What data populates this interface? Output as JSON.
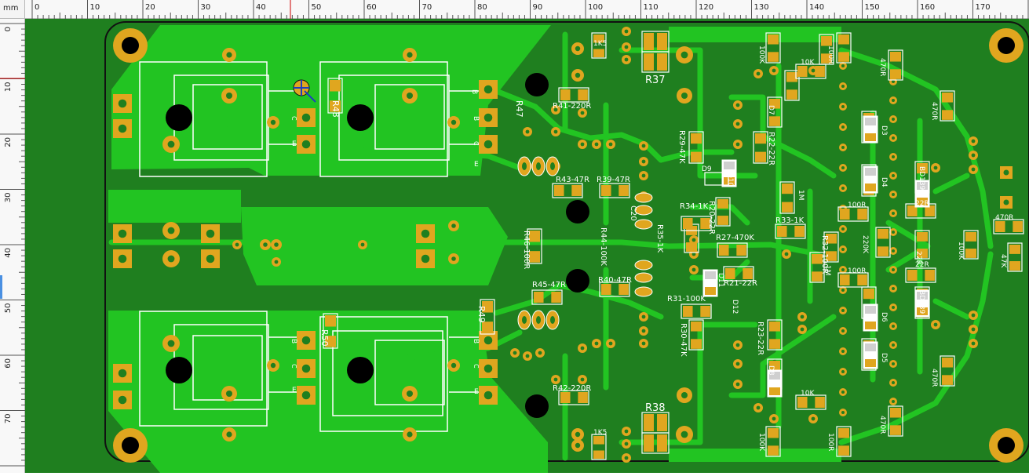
{
  "ruler": {
    "unit": "mm",
    "h_ticks": [
      "0",
      "10",
      "20",
      "30",
      "40",
      "50",
      "60",
      "70",
      "80",
      "90",
      "100",
      "110",
      "120",
      "130",
      "140",
      "150",
      "160",
      "170"
    ],
    "v_ticks": [
      "0",
      "10",
      "20",
      "30",
      "40",
      "50",
      "60",
      "70"
    ]
  },
  "colors": {
    "board": "#1f7f1f",
    "copper_fill": "#22c422",
    "trace": "#22c422",
    "pad": "#e0a61f",
    "drill": "#000000",
    "silkscreen": "#ffffff",
    "outline": "#111111"
  },
  "labels": [
    {
      "id": "r48",
      "text": "R48"
    },
    {
      "id": "r47",
      "text": "R47"
    },
    {
      "id": "r49",
      "text": "R49"
    },
    {
      "id": "r50",
      "text": "R50"
    },
    {
      "id": "r37",
      "text": "R37"
    },
    {
      "id": "r38",
      "text": "R38"
    },
    {
      "id": "r41",
      "text": "R41-220R"
    },
    {
      "id": "r42",
      "text": "R42-220R"
    },
    {
      "id": "r43",
      "text": "R43-47R"
    },
    {
      "id": "r39",
      "text": "R39-47R"
    },
    {
      "id": "r45",
      "text": "R45-47R"
    },
    {
      "id": "r40",
      "text": "R40-47R"
    },
    {
      "id": "r46",
      "text": "R46-100R"
    },
    {
      "id": "r44",
      "text": "R44-100K"
    },
    {
      "id": "r35",
      "text": "R35-1K"
    },
    {
      "id": "r34",
      "text": "R34-1K"
    },
    {
      "id": "r29",
      "text": "R29-47K"
    },
    {
      "id": "r22",
      "text": "R22-22R"
    },
    {
      "id": "r20",
      "text": "R20-22R"
    },
    {
      "id": "r27",
      "text": "R27-470K"
    },
    {
      "id": "r21",
      "text": "R21-22R"
    },
    {
      "id": "r31",
      "text": "R31-100K"
    },
    {
      "id": "r30",
      "text": "R30-47K"
    },
    {
      "id": "r23",
      "text": "R23-22R"
    },
    {
      "id": "r33",
      "text": "R33-1K"
    },
    {
      "id": "r32",
      "text": "R32-100R"
    },
    {
      "id": "c20",
      "text": "C20"
    },
    {
      "id": "d9",
      "text": "D9"
    },
    {
      "id": "d10",
      "text": "D10"
    },
    {
      "id": "d11",
      "text": "D11"
    },
    {
      "id": "d12",
      "text": "D12"
    },
    {
      "id": "d7",
      "text": "D7"
    },
    {
      "id": "d8",
      "text": "D8"
    },
    {
      "id": "d3",
      "text": "D3"
    },
    {
      "id": "d4",
      "text": "D4"
    },
    {
      "id": "d5",
      "text": "D5"
    },
    {
      "id": "d6",
      "text": "D6"
    },
    {
      "id": "k15a",
      "text": "1K5"
    },
    {
      "id": "k15b",
      "text": "1K5"
    },
    {
      "id": "k100a",
      "text": "100K"
    },
    {
      "id": "k100b",
      "text": "100K"
    },
    {
      "id": "k100c",
      "text": "100K"
    },
    {
      "id": "r100a",
      "text": "100R"
    },
    {
      "id": "r100b",
      "text": "100R"
    },
    {
      "id": "r100c",
      "text": "100R"
    },
    {
      "id": "r100d",
      "text": "100R"
    },
    {
      "id": "k10a",
      "text": "10K"
    },
    {
      "id": "k10b",
      "text": "10K"
    },
    {
      "id": "r470a",
      "text": "470R"
    },
    {
      "id": "r470b",
      "text": "470R"
    },
    {
      "id": "r470c",
      "text": "470R"
    },
    {
      "id": "r470d",
      "text": "470R"
    },
    {
      "id": "r470e",
      "text": "470R"
    },
    {
      "id": "m1a",
      "text": "1M"
    },
    {
      "id": "m1b",
      "text": "1M"
    },
    {
      "id": "k220",
      "text": "220K"
    },
    {
      "id": "r22a",
      "text": "22R"
    },
    {
      "id": "r22b",
      "text": "22R"
    },
    {
      "id": "r22c",
      "text": "22R"
    },
    {
      "id": "bd1",
      "text": "BD139"
    },
    {
      "id": "bd2",
      "text": "BD139"
    },
    {
      "id": "k47",
      "text": "47K"
    },
    {
      "id": "b1",
      "text": "B"
    },
    {
      "id": "c1",
      "text": "C"
    },
    {
      "id": "e1",
      "text": "E"
    },
    {
      "id": "b2",
      "text": "B"
    },
    {
      "id": "c2",
      "text": "C"
    },
    {
      "id": "e2",
      "text": "E"
    },
    {
      "id": "b3",
      "text": "B"
    },
    {
      "id": "c3",
      "text": "C"
    },
    {
      "id": "e3",
      "text": "E"
    },
    {
      "id": "b4",
      "text": "B"
    },
    {
      "id": "c4",
      "text": "C"
    },
    {
      "id": "e4",
      "text": "E"
    }
  ]
}
